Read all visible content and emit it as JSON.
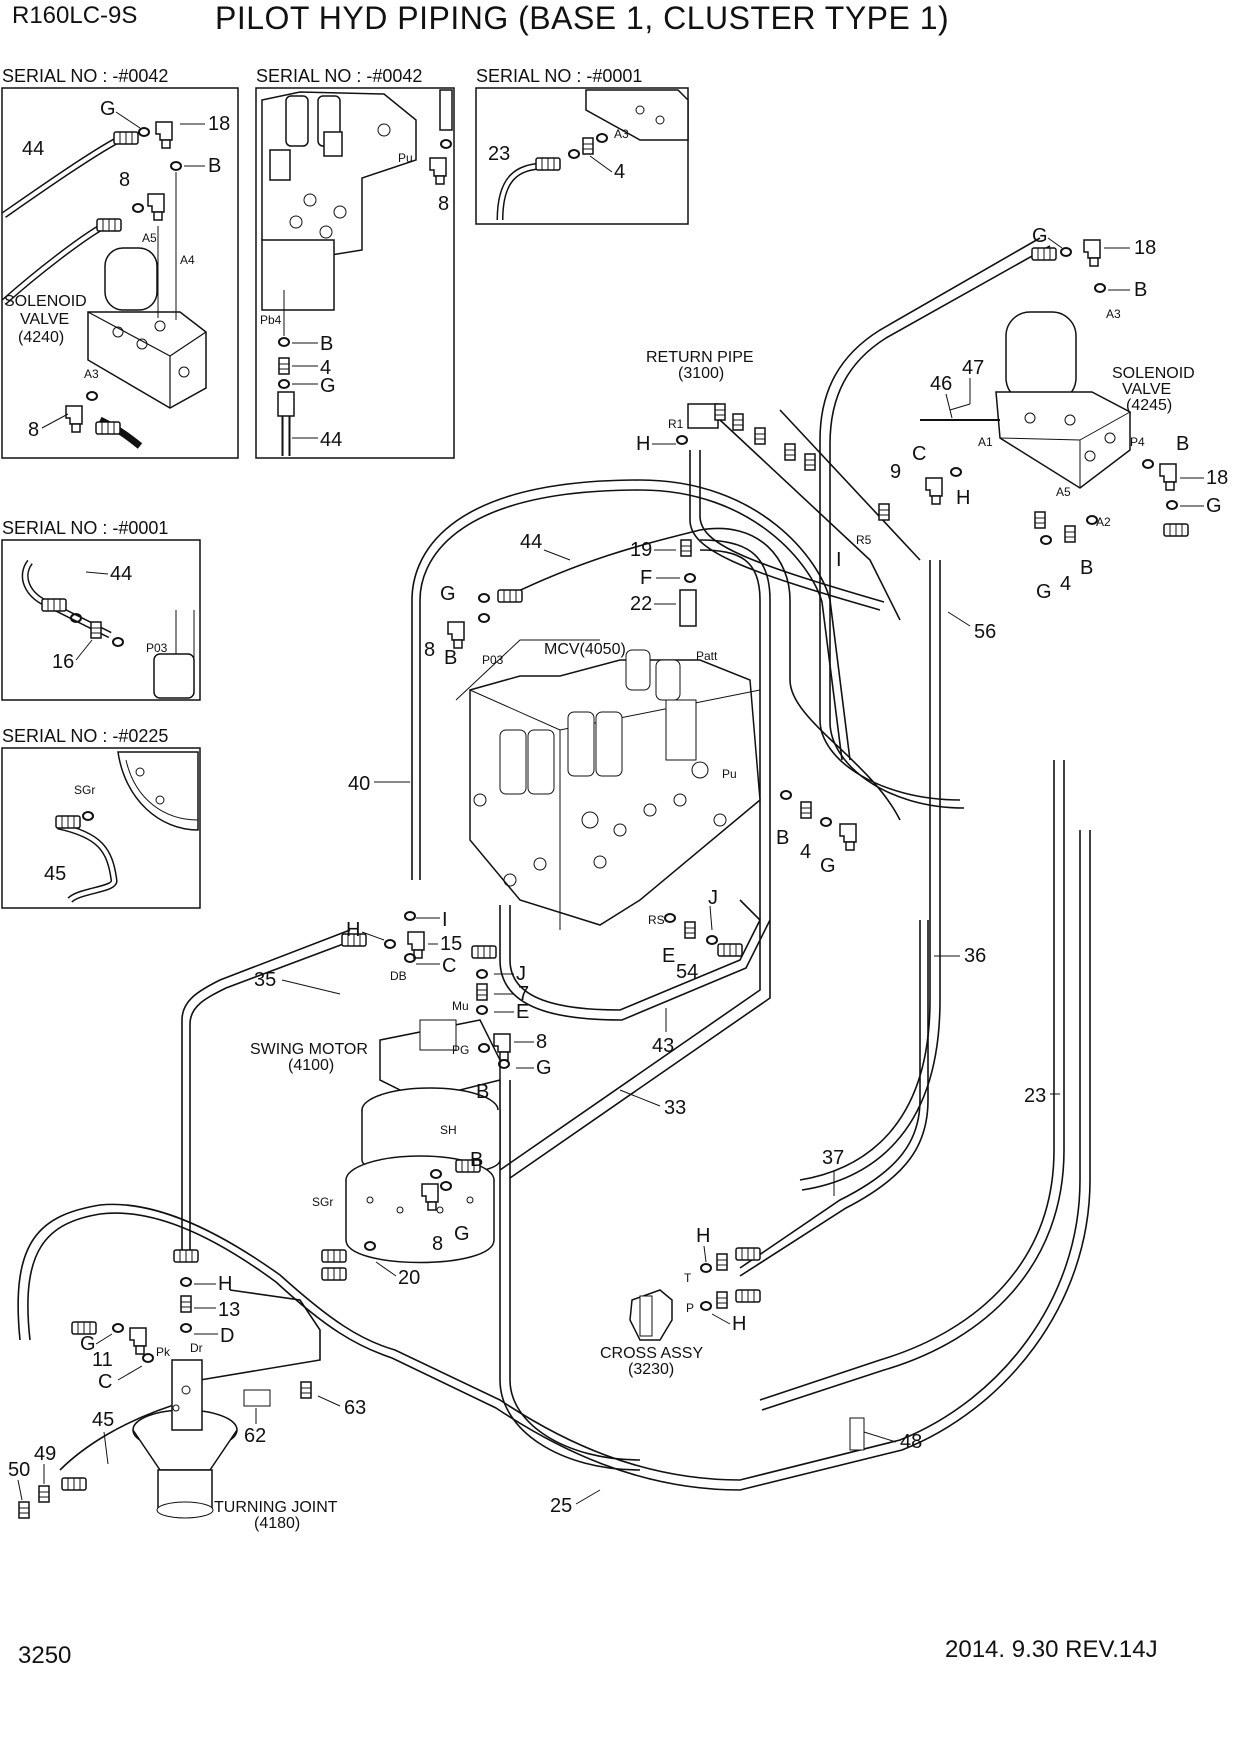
{
  "header": {
    "model": "R160LC-9S",
    "title": "PILOT HYD PIPING (BASE 1, CLUSTER TYPE 1)"
  },
  "footer": {
    "page_number": "3250",
    "revision": "2014. 9.30  REV.14J"
  },
  "insets": {
    "a": {
      "serial": "SERIAL NO : -#0042",
      "component": "SOLENOID",
      "component2": "VALVE",
      "code": "(4240)",
      "labels": {
        "hose": "44",
        "g": "G",
        "elbow": "18",
        "b": "B",
        "conn": "8",
        "port1": "A5",
        "port2": "A4",
        "port3": "A3",
        "conn2": "8"
      }
    },
    "b": {
      "serial": "SERIAL NO : -#0042",
      "labels": {
        "pu": "Pu",
        "conn": "8",
        "pb4": "Pb4",
        "b": "B",
        "n4": "4",
        "g": "G",
        "hose": "44"
      }
    },
    "c": {
      "serial": "SERIAL NO : -#0001",
      "labels": {
        "hose": "23",
        "port": "A3",
        "n4": "4"
      }
    },
    "d": {
      "serial": "SERIAL NO : -#0001",
      "labels": {
        "hose": "44",
        "n16": "16",
        "port": "P03"
      }
    },
    "e": {
      "serial": "SERIAL NO : -#0225",
      "labels": {
        "port": "SGr",
        "hose": "45"
      }
    }
  },
  "components": {
    "return_pipe": {
      "name": "RETURN PIPE",
      "code": "(3100)"
    },
    "solenoid_valve": {
      "name": "SOLENOID",
      "name2": "VALVE",
      "code": "(4245)"
    },
    "mcv": {
      "name": "MCV(4050)"
    },
    "swing_motor": {
      "name": "SWING MOTOR",
      "code": "(4100)"
    },
    "cross_assy": {
      "name": "CROSS ASSY",
      "code": "(3230)"
    },
    "turning_joint": {
      "name": "TURNING JOINT",
      "code": "(4180)"
    }
  },
  "ports": [
    "R1",
    "R5",
    "A1",
    "A2",
    "A3",
    "A5",
    "P4",
    "P03",
    "Patt",
    "Pu",
    "RS",
    "DB",
    "Mu",
    "PG",
    "SH",
    "SGr",
    "Pk",
    "Dr",
    "T",
    "P"
  ],
  "callouts": {
    "g1": "G",
    "n18a": "18",
    "b1": "B",
    "n46": "46",
    "n47": "47",
    "c1": "C",
    "n9": "9",
    "h1": "H",
    "b2": "B",
    "n18b": "18",
    "g2": "G",
    "g3": "G",
    "n4a": "4",
    "b3": "B",
    "n56": "56",
    "h2": "H",
    "i1": "I",
    "n44": "44",
    "n19": "19",
    "f1": "F",
    "n22": "22",
    "g4": "G",
    "n8a": "8",
    "b4": "B",
    "n40": "40",
    "b5": "B",
    "n4b": "4",
    "g5": "G",
    "j1": "J",
    "e1": "E",
    "n54": "54",
    "i2": "I",
    "h3": "H",
    "n15": "15",
    "c2": "C",
    "n35": "35",
    "j2": "J",
    "n7": "7",
    "e2": "E",
    "b6": "B",
    "n8b": "8",
    "g6": "G",
    "n43": "43",
    "n33": "33",
    "n36": "36",
    "n23": "23",
    "b7": "B",
    "n8c": "8",
    "g7": "G",
    "n37": "37",
    "h4": "H",
    "h5": "H",
    "n20": "20",
    "h6": "H",
    "n13": "13",
    "d1": "D",
    "g8": "G",
    "n11": "11",
    "c3": "C",
    "n45": "45",
    "n49": "49",
    "n50": "50",
    "n62": "62",
    "n63": "63",
    "n48": "48",
    "n25": "25"
  }
}
